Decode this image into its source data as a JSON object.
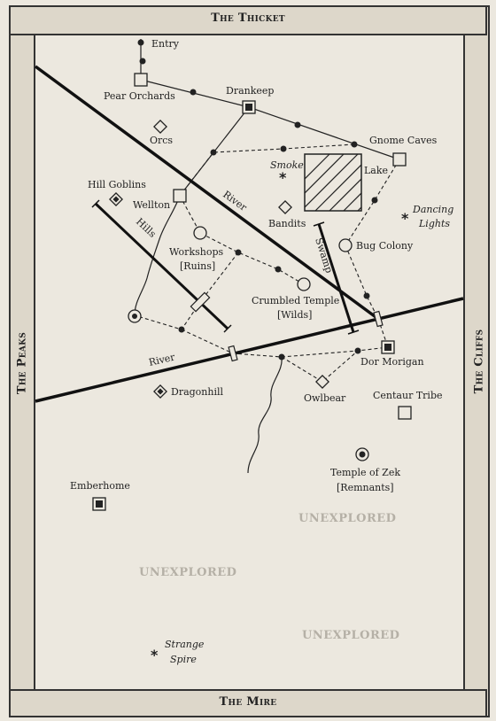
{
  "borders": {
    "top": "The Thicket",
    "bottom": "The Mire",
    "left": "The Peaks",
    "right": "The Cliffs"
  },
  "locations": {
    "entry": "Entry",
    "pear_orchards": "Pear Orchards",
    "drankeep": "Drankeep",
    "orcs": "Orcs",
    "gnome_caves": "Gnome Caves",
    "smoke": "Smoke",
    "lake": "Lake",
    "hill_goblins": "Hill Goblins",
    "wellton": "Wellton",
    "bandits": "Bandits",
    "dancing_lights_1": "Dancing",
    "dancing_lights_2": "Lights",
    "bug_colony": "Bug Colony",
    "workshops_1": "Workshops",
    "workshops_2": "[Ruins]",
    "crumbled_temple_1": "Crumbled Temple",
    "crumbled_temple_2": "[Wilds]",
    "dor_morigan": "Dor Morigan",
    "dragonhill": "Dragonhill",
    "owlbear": "Owlbear",
    "centaur_tribe": "Centaur Tribe",
    "temple_of_zek_1": "Temple of Zek",
    "temple_of_zek_2": "[Remnants]",
    "emberhome": "Emberhome",
    "strange_spire_1": "Strange",
    "strange_spire_2": "Spire"
  },
  "terrain": {
    "river_upper": "River",
    "river_lower": "River",
    "hills": "Hills",
    "swamp": "Swamp"
  },
  "unexplored": [
    "UNEXPLORED",
    "UNEXPLORED",
    "UNEXPLORED"
  ]
}
